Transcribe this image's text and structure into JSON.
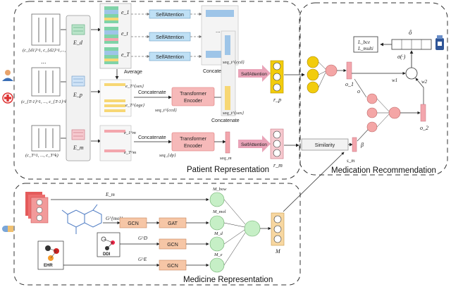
{
  "sections": {
    "patient": "Patient Representation",
    "medication": "Medication Recommendation",
    "medicine": "Medicine Representation"
  },
  "modules": {
    "self_attention": "SelfAttention",
    "concatenate": "Concatenate",
    "average": "Average",
    "transformer": "Transformer",
    "encoder": "Encoder",
    "similarity": "Similarity",
    "gcn": "GCN",
    "gat": "GAT",
    "ddi": "DDI",
    "ehr": "EHR",
    "ellipsis": "..."
  },
  "symbols": {
    "e_d": "E_d",
    "e_p": "E_p",
    "e_m": "E_m",
    "e1": "e_1",
    "et": "e_t",
    "eT": "e_T",
    "e_sex": "e_T^{sex}",
    "e_age": "e_T^{age}",
    "e_m1": "e_1^m",
    "e_mT": "e_T^m",
    "seq_ccd": "seq_t^{ccd}",
    "seq_sex": "seq_t^{sex}",
    "seq_dp": "seq_{dp}",
    "seq_m": "seq_m",
    "r_p": "r_p",
    "r_m": "r_m",
    "o1": "o_1",
    "o2": "o_2",
    "o": "o",
    "w1": "w1",
    "w2": "w2",
    "sigma": "σ(·)",
    "o_hat": "ô",
    "l_bce": "L_bce",
    "l_multi": "L_multi",
    "s_m": "s_m",
    "beta": "β",
    "m_bow": "M_bow",
    "m_mol": "M_mol",
    "m_d": "M_d",
    "m_e": "M_e",
    "m": "M",
    "e_m_med": "E_m",
    "g_mol": "G^{mol}",
    "g_d": "G^D",
    "g_e": "G^E",
    "codes_top": "(c_{d1}^1, c_{d2}^1,..., c_{d|}^1)",
    "codes_mid": "(c_{T-1}^1, ..., c_{T-1}^k)",
    "codes_bot": "(c_T^1, ..., c_T^k)"
  },
  "colors": {
    "diag_blue": "#9ec5e8",
    "diag_green": "#7fd3a7",
    "proc_yellow": "#f7d774",
    "med_pink": "#f3a6ad",
    "node_yellow": "#f2cc0c",
    "node_pink": "#f4a6a6",
    "node_green": "#c6efc6",
    "arrow_pink": "#e9a3b8",
    "tf_pink": "#f6b9b9"
  }
}
